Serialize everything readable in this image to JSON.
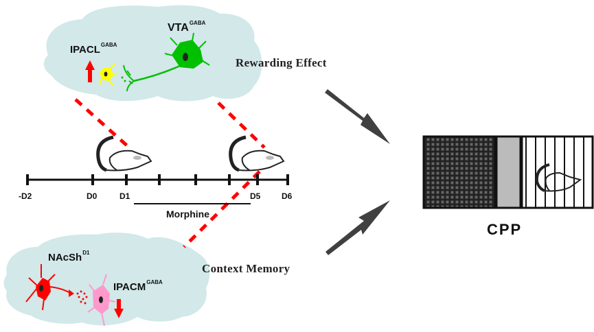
{
  "brain_top": {
    "regions": [
      {
        "name": "IPACL",
        "superscript": "GABA",
        "color": "#ffff00",
        "change": "up"
      },
      {
        "name": "VTA",
        "superscript": "GABA",
        "color": "#00c000"
      }
    ],
    "effect_label": "Rewarding Effect"
  },
  "brain_bottom": {
    "regions": [
      {
        "name": "NAcSh",
        "superscript": "D1",
        "color": "#ff0000"
      },
      {
        "name": "IPACM",
        "superscript": "GABA",
        "color": "#ff99cc",
        "change": "down"
      }
    ],
    "effect_label": "Context Memory"
  },
  "timeline": {
    "tick_labels": [
      "-D2",
      "D0",
      "D1",
      "D5",
      "D6"
    ],
    "treatment_label": "Morphine"
  },
  "outcome": {
    "label": "CPP"
  },
  "colors": {
    "brain_fill": "#d2e8e9",
    "dash_line": "#ff0000",
    "arrow": "#404040",
    "up_arrow": "#ff0000",
    "down_arrow": "#ff0000"
  }
}
